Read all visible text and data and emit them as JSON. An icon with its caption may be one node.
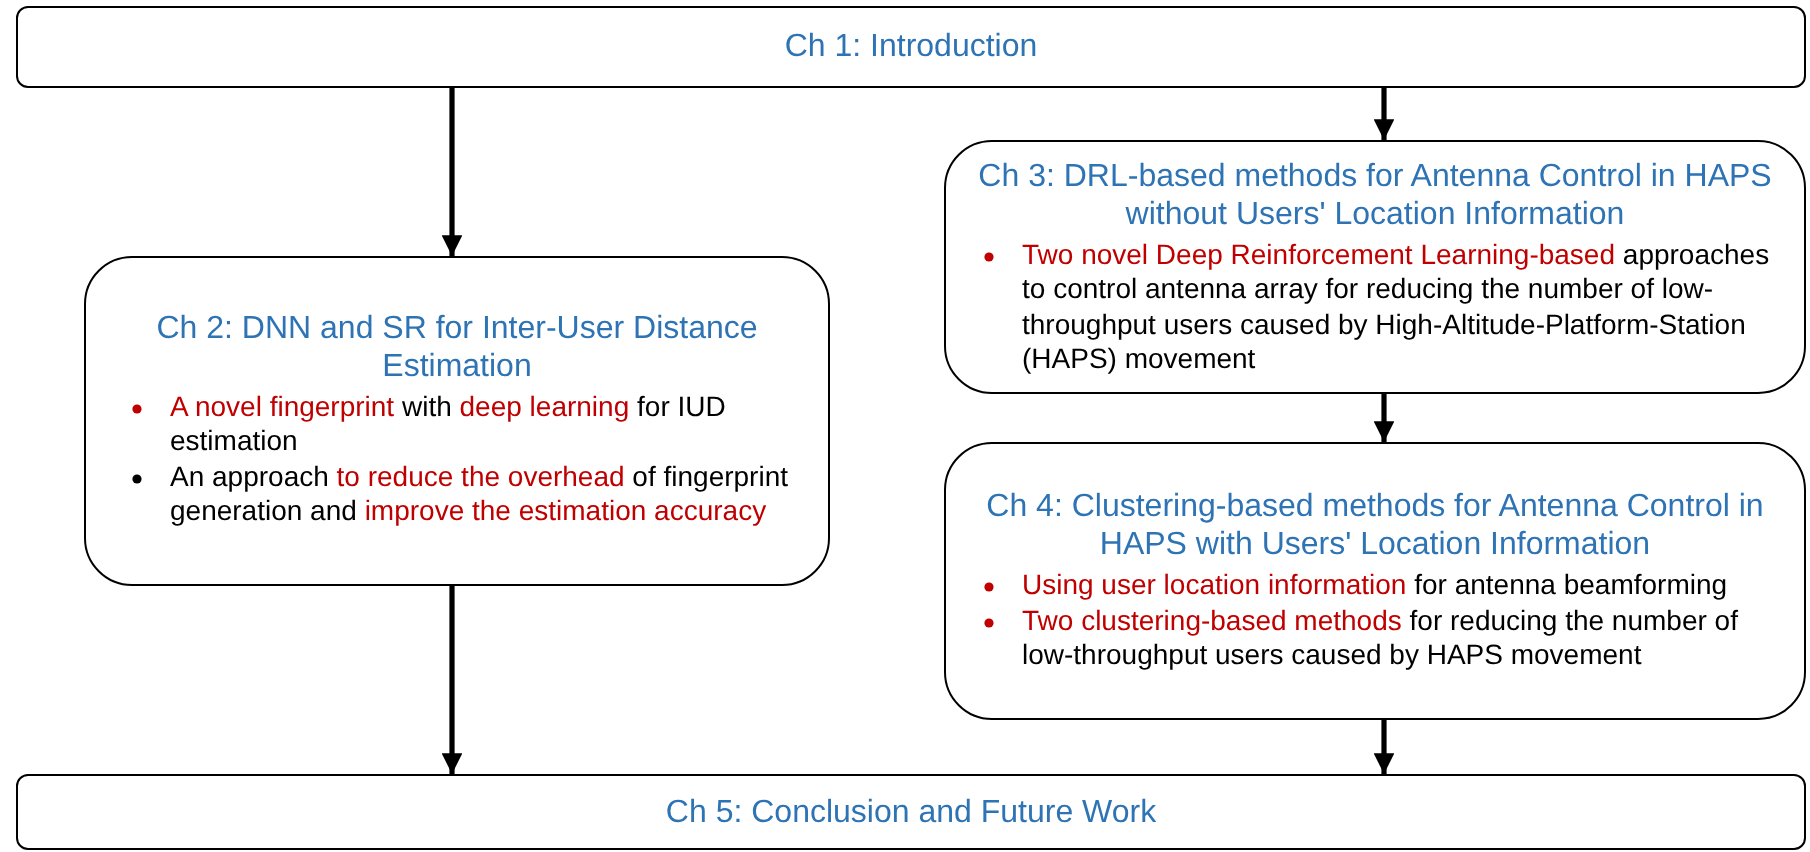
{
  "diagram": {
    "nodes": [
      {
        "text": [
          "Ch 1: Introduction"
        ]
      },
      {
        "text": [
          "Ch 2: DNN and SR for Inter-User Distance Estimation",
          "*A novel fingerprint* with *deep learning* for IUD estimation",
          "An approach *to reduce the overhead* of fingerprint generation and *improve the estimation accuracy*"
        ]
      },
      {
        "text": [
          "Ch 3: DRL-based methods for Antenna Control in HAPS without Users' Location Information",
          "*Two novel Deep Reinforcement Learning-based* approaches to control antenna array for reducing the number of low-throughput users caused by High-Altitude-Platform-Station (HAPS) movement"
        ]
      },
      {
        "text": [
          "Ch 4: Clustering-based methods for Antenna Control in HAPS with Users' Location Information",
          "*Using user location information* for antenna beamforming",
          "*Two clustering-based methods* for reducing the number of low-throughput users caused by HAPS movement"
        ]
      },
      {
        "text": [
          "Ch 5: Conclusion and Future Work"
        ]
      }
    ],
    "edges": [
      {
        "from": 0,
        "to": 1,
        "arrow": "to"
      },
      {
        "from": 0,
        "to": 2,
        "arrow": "to"
      },
      {
        "from": 2,
        "to": 3,
        "arrow": "to"
      },
      {
        "from": 1,
        "to": 4,
        "arrow": "to"
      },
      {
        "from": 3,
        "to": 4,
        "arrow": "to"
      }
    ]
  }
}
